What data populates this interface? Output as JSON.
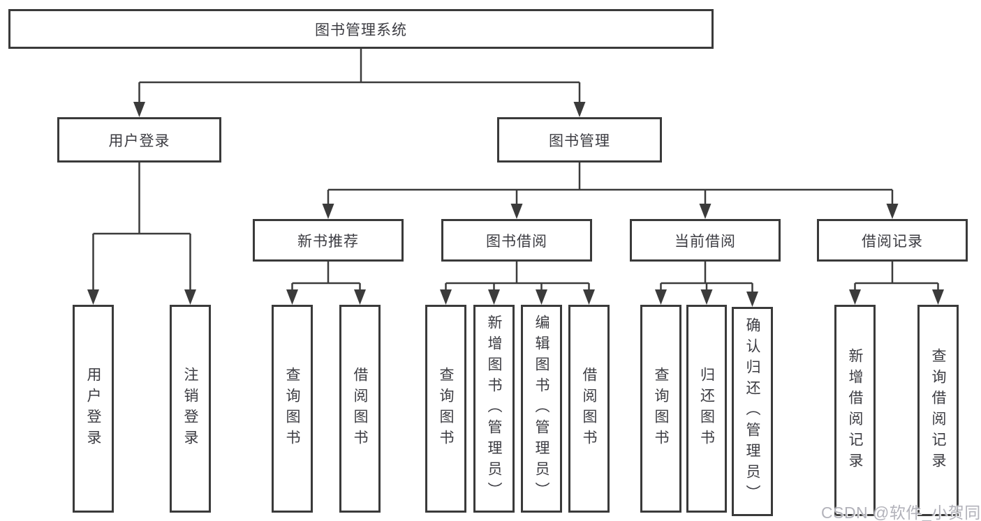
{
  "colors": {
    "line": "#3b3b3b",
    "border": "#3a3a3a",
    "text": "#3c3c42",
    "watermark": "#b2b2ba",
    "bg": "#ffffff"
  },
  "watermark": "CSDN @软件_小贺同学",
  "tree": {
    "label": "图书管理系统",
    "children": [
      {
        "label": "用户登录",
        "children": [
          {
            "label": "用户登录"
          },
          {
            "label": "注销登录"
          }
        ]
      },
      {
        "label": "图书管理",
        "children": [
          {
            "label": "新书推荐",
            "children": [
              {
                "label": "查询图书"
              },
              {
                "label": "借阅图书"
              }
            ]
          },
          {
            "label": "图书借阅",
            "children": [
              {
                "label": "查询图书"
              },
              {
                "label": "新增图书（管理员）"
              },
              {
                "label": "编辑图书（管理员）"
              },
              {
                "label": "借阅图书"
              }
            ]
          },
          {
            "label": "当前借阅",
            "children": [
              {
                "label": "查询图书"
              },
              {
                "label": "归还图书"
              },
              {
                "label": "确认归还（管理员）"
              }
            ]
          },
          {
            "label": "借阅记录",
            "children": [
              {
                "label": "新增借阅记录"
              },
              {
                "label": "查询借阅记录"
              }
            ]
          }
        ]
      }
    ]
  }
}
